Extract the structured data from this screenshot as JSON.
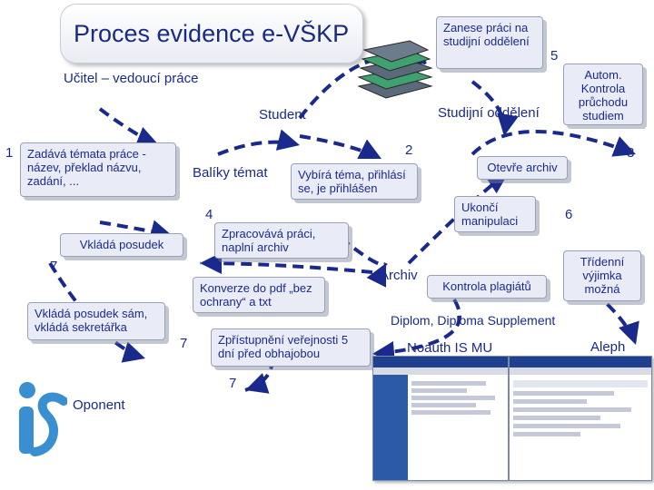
{
  "title": "Proces evidence e-VŠKP",
  "nodes": {
    "teacher": "Učitel – vedoucí práce",
    "student": "Student",
    "study_office": "Studijní oddělení",
    "topic_packages": "Balíky témat",
    "archive": "Archiv",
    "opponent": "Oponent",
    "diploma": "Diplom, Diploma Supplement",
    "noauth": "Noauth IS MU",
    "aleph": "Aleph"
  },
  "callouts": {
    "enter_topics": "Zadává témata práce - název, překlad názvu, zadání, ...",
    "choose_topic": "Vybírá téma, přihlásí se, je přihlášen",
    "submit_work": "Zanese práci na studijní oddělení",
    "auto_check": "Autom. Kontrola průchodu studiem",
    "open_archive": "Otevře archiv",
    "end_manipulation": "Ukončí manipulaci",
    "process_work": "Zpracovává práci, naplní archiv",
    "insert_review": "Vkládá posudek",
    "insert_review_self": "Vkládá posudek sám, vkládá sekretářka",
    "convert_pdf": "Konverze do pdf „bez ochrany“ a txt",
    "publish": "Zpřístupnění veřejnosti 5 dní před obhajobou",
    "plagiarism": "Kontrola plagiátů",
    "exception": "Třídenní výjimka možná"
  },
  "steps": {
    "s1": "1",
    "s2": "2",
    "s4": "4",
    "s5": "5",
    "s6": "6",
    "s7a": "7",
    "s7b": "7",
    "s7c": "7",
    "s8": "8"
  },
  "colors": {
    "arrow": "#1a2a8c",
    "title_text": "#1a2a80",
    "callout_bg": "#e9ecf6",
    "logo_blue": "#3a8fd0"
  }
}
